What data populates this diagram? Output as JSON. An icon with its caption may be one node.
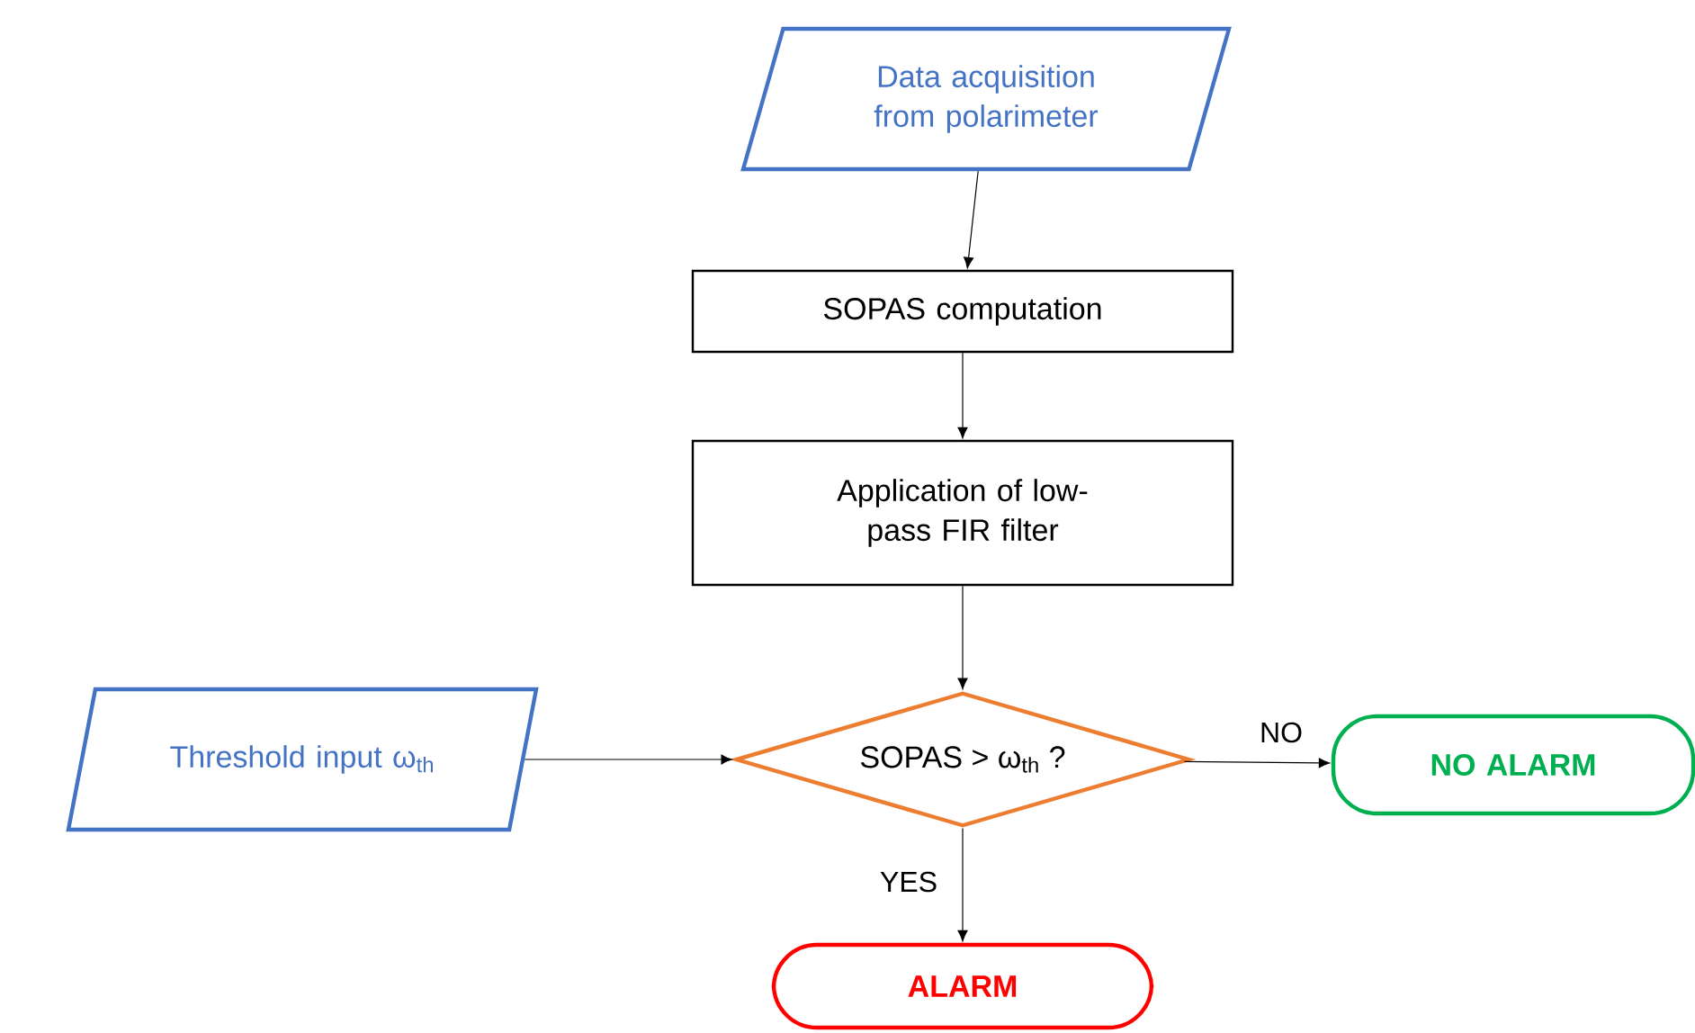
{
  "diagram": {
    "nodes": [
      {
        "text": [
          "Data acquisition from polarimeter"
        ]
      },
      {
        "text": [
          "SOPAS computation"
        ]
      },
      {
        "text": [
          "Application of low-pass FIR filter"
        ]
      },
      {
        "text": [
          "Threshold input ω$_{th}$"
        ]
      },
      {
        "text": [
          "SOPAS > ω$_{th}$ ?"
        ]
      },
      {
        "text": [
          "NO ALARM"
        ]
      },
      {
        "text": [
          "ALARM"
        ]
      }
    ],
    "edges": [
      {
        "from": 0,
        "to": 1,
        "arrow": "to"
      },
      {
        "from": 1,
        "to": 2,
        "arrow": "to"
      },
      {
        "from": 2,
        "to": 4,
        "arrow": "to"
      },
      {
        "from": 3,
        "to": 4,
        "arrow": "to"
      },
      {
        "from": 4,
        "to": 5,
        "arrow": "to",
        "label": "NO"
      },
      {
        "from": 4,
        "to": 6,
        "arrow": "to",
        "label": "YES"
      }
    ]
  }
}
